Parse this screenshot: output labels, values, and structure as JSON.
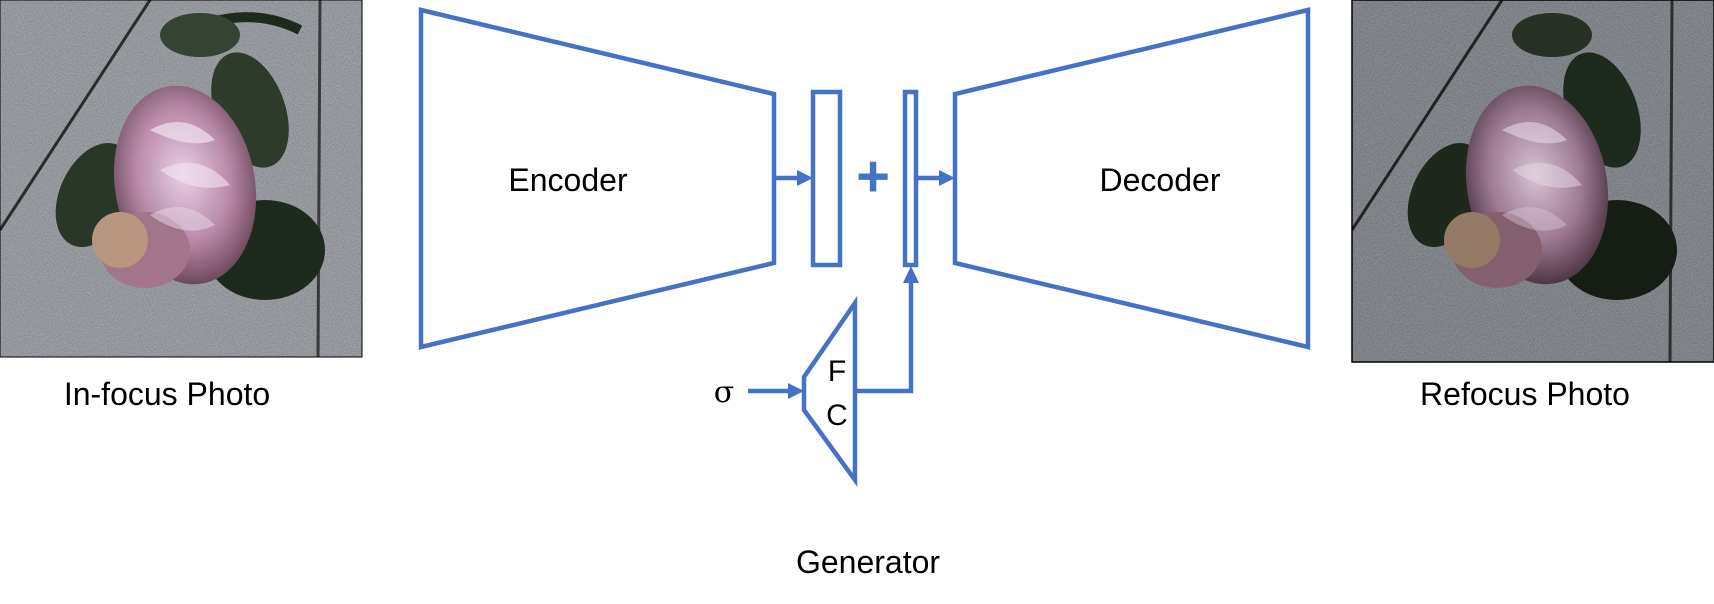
{
  "colors": {
    "stroke": "#4472C4",
    "background": "#ffffff"
  },
  "labels": {
    "input_caption": "In-focus Photo",
    "output_caption": "Refocus Photo",
    "encoder": "Encoder",
    "decoder": "Decoder",
    "plus": "+",
    "sigma": "σ",
    "fc_top": "F",
    "fc_bottom": "C",
    "generator": "Generator"
  },
  "images": {
    "input": "flower-photo",
    "output": "flower-photo-refocused"
  }
}
